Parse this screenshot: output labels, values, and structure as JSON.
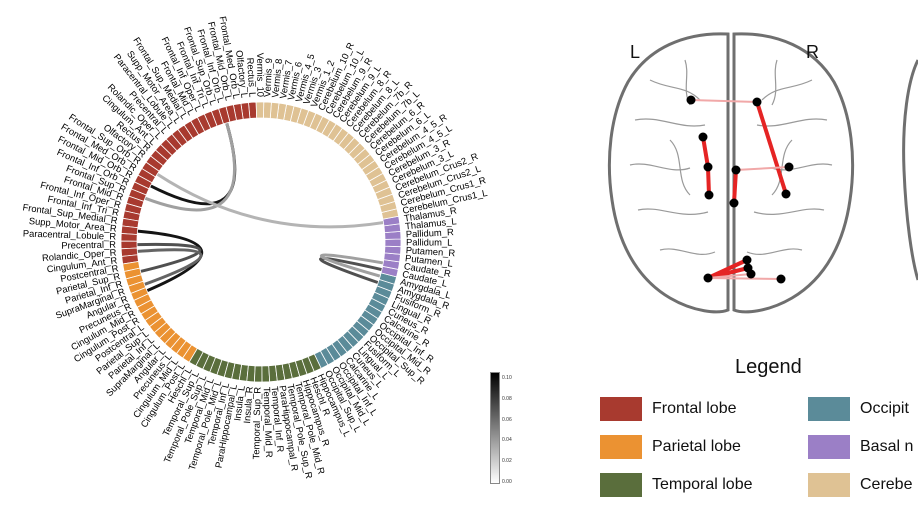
{
  "colors": {
    "frontal": "#a83a2f",
    "parietal": "#eb9232",
    "temporal": "#5a6e3c",
    "occipital": "#5b8b99",
    "basal": "#9b7fc6",
    "cerebellum": "#dfc294",
    "link_dark": "#1a1a1a",
    "link_mid": "#777777",
    "link_light": "#cccccc",
    "brain_edge": "#e52424",
    "brain_edge_faint": "#f1a8a8"
  },
  "hemispheres": {
    "left": "L",
    "right": "R"
  },
  "legend": {
    "title": "Legend",
    "items": [
      {
        "label": "Frontal lobe",
        "color": "#a83a2f"
      },
      {
        "label": "Parietal lobe",
        "color": "#eb9232"
      },
      {
        "label": "Temporal lobe",
        "color": "#5a6e3c"
      },
      {
        "label": "Occipit",
        "color": "#5b8b99"
      },
      {
        "label": "Basal n",
        "color": "#9b7fc6"
      },
      {
        "label": "Cerebe",
        "color": "#dfc294"
      }
    ]
  },
  "colorbar": {
    "ticks": [
      "0.10",
      "0.08",
      "0.06",
      "0.04",
      "0.02",
      "0.00"
    ]
  },
  "regions": [
    {
      "name": "Rectus_L",
      "group": "frontal"
    },
    {
      "name": "Olfactory_L",
      "group": "frontal"
    },
    {
      "name": "Frontal_Med_Orb_L",
      "group": "frontal"
    },
    {
      "name": "Frontal_Mid_Orb_L",
      "group": "frontal"
    },
    {
      "name": "Frontal_Inf_Orb_L",
      "group": "frontal"
    },
    {
      "name": "Frontal_Sup_Orb_L",
      "group": "frontal"
    },
    {
      "name": "Frontal_Inf_Tri_L",
      "group": "frontal"
    },
    {
      "name": "Frontal_Inf_Oper_L",
      "group": "frontal"
    },
    {
      "name": "Frontal_Mid_L",
      "group": "frontal"
    },
    {
      "name": "Frontal_Sup_Medial_L",
      "group": "frontal"
    },
    {
      "name": "Supp_Motor_Area_L",
      "group": "frontal"
    },
    {
      "name": "Paracentral_Lobule_L",
      "group": "frontal"
    },
    {
      "name": "Precentral_L",
      "group": "frontal"
    },
    {
      "name": "Rolandic_Oper_L",
      "group": "frontal"
    },
    {
      "name": "Cingulum_Ant_L",
      "group": "frontal"
    },
    {
      "name": "Rectus_R",
      "group": "frontal"
    },
    {
      "name": "Olfactory_R",
      "group": "frontal"
    },
    {
      "name": "Frontal_Sup_Orb_R",
      "group": "frontal"
    },
    {
      "name": "Frontal_Med_Orb_R",
      "group": "frontal"
    },
    {
      "name": "Frontal_Mid_Orb_R",
      "group": "frontal"
    },
    {
      "name": "Frontal_Inf_Orb_R",
      "group": "frontal"
    },
    {
      "name": "Frontal_Sup_R",
      "group": "frontal"
    },
    {
      "name": "Frontal_Mid_R",
      "group": "frontal"
    },
    {
      "name": "Frontal_Inf_Oper_R",
      "group": "frontal"
    },
    {
      "name": "Frontal_Inf_Tri_R",
      "group": "frontal"
    },
    {
      "name": "Frontal_Sup_Medial_R",
      "group": "frontal"
    },
    {
      "name": "Supp_Motor_Area_R",
      "group": "frontal"
    },
    {
      "name": "Paracentral_Lobule_R",
      "group": "frontal"
    },
    {
      "name": "Precentral_R",
      "group": "frontal"
    },
    {
      "name": "Rolandic_Oper_R",
      "group": "frontal"
    },
    {
      "name": "Cingulum_Ant_R",
      "group": "frontal"
    },
    {
      "name": "Postcentral_R",
      "group": "parietal"
    },
    {
      "name": "Parietal_Sup_R",
      "group": "parietal"
    },
    {
      "name": "Parietal_Inf_R",
      "group": "parietal"
    },
    {
      "name": "SupraMarginal_R",
      "group": "parietal"
    },
    {
      "name": "Angular_R",
      "group": "parietal"
    },
    {
      "name": "Precuneus_R",
      "group": "parietal"
    },
    {
      "name": "Cingulum_Mid_R",
      "group": "parietal"
    },
    {
      "name": "Cingulum_Post_R",
      "group": "parietal"
    },
    {
      "name": "Postcentral_L",
      "group": "parietal"
    },
    {
      "name": "Parietal_Sup_L",
      "group": "parietal"
    },
    {
      "name": "Parietal_Inf_L",
      "group": "parietal"
    },
    {
      "name": "SupraMarginal_L",
      "group": "parietal"
    },
    {
      "name": "Angular_L",
      "group": "parietal"
    },
    {
      "name": "Precuneus_L",
      "group": "parietal"
    },
    {
      "name": "Cingulum_Mid_L",
      "group": "parietal"
    },
    {
      "name": "Cingulum_Post_L",
      "group": "parietal"
    },
    {
      "name": "Heschl_L",
      "group": "temporal"
    },
    {
      "name": "Temporal_Sup_L",
      "group": "temporal"
    },
    {
      "name": "Temporal_Pole_Sup_L",
      "group": "temporal"
    },
    {
      "name": "Temporal_Mid_L",
      "group": "temporal"
    },
    {
      "name": "Temporal_Pole_Mid_L",
      "group": "temporal"
    },
    {
      "name": "Temporal_Inf_L",
      "group": "temporal"
    },
    {
      "name": "ParaHippocampal_L",
      "group": "temporal"
    },
    {
      "name": "Insula_L",
      "group": "temporal"
    },
    {
      "name": "Insula_R",
      "group": "temporal"
    },
    {
      "name": "Temporal_Sup_R",
      "group": "temporal"
    },
    {
      "name": "Temporal_Mid_R",
      "group": "temporal"
    },
    {
      "name": "Temporal_Inf_R",
      "group": "temporal"
    },
    {
      "name": "ParaHippocampal_R",
      "group": "temporal"
    },
    {
      "name": "Temporal_Pole_Sup_R",
      "group": "temporal"
    },
    {
      "name": "Temporal_Pole_Mid_R",
      "group": "temporal"
    },
    {
      "name": "Hippocampus_R",
      "group": "temporal"
    },
    {
      "name": "Heschl_R",
      "group": "temporal"
    },
    {
      "name": "Hippocampus_L",
      "group": "temporal"
    },
    {
      "name": "Occipital_Sup_L",
      "group": "occipital"
    },
    {
      "name": "Occipital_Mid_L",
      "group": "occipital"
    },
    {
      "name": "Occipital_Inf_L",
      "group": "occipital"
    },
    {
      "name": "Calcarine_L",
      "group": "occipital"
    },
    {
      "name": "Cuneus_L",
      "group": "occipital"
    },
    {
      "name": "Lingual_L",
      "group": "occipital"
    },
    {
      "name": "Fusiform_L",
      "group": "occipital"
    },
    {
      "name": "Occipital_Sup_R",
      "group": "occipital"
    },
    {
      "name": "Occipital_Mid_R",
      "group": "occipital"
    },
    {
      "name": "Occipital_Inf_R",
      "group": "occipital"
    },
    {
      "name": "Calcarine_R",
      "group": "occipital"
    },
    {
      "name": "Cuneus_R",
      "group": "occipital"
    },
    {
      "name": "Lingual_R",
      "group": "occipital"
    },
    {
      "name": "Fusiform_R",
      "group": "occipital"
    },
    {
      "name": "Amygdala_R",
      "group": "occipital"
    },
    {
      "name": "Amygdala_L",
      "group": "occipital"
    },
    {
      "name": "Caudate_L",
      "group": "basal"
    },
    {
      "name": "Caudate_R",
      "group": "basal"
    },
    {
      "name": "Putamen_L",
      "group": "basal"
    },
    {
      "name": "Putamen_R",
      "group": "basal"
    },
    {
      "name": "Pallidum_L",
      "group": "basal"
    },
    {
      "name": "Pallidum_R",
      "group": "basal"
    },
    {
      "name": "Thalamus_L",
      "group": "basal"
    },
    {
      "name": "Thalamus_R",
      "group": "basal"
    },
    {
      "name": "Cerebelum_Crus1_L",
      "group": "cerebellum"
    },
    {
      "name": "Cerebelum_Crus1_R",
      "group": "cerebellum"
    },
    {
      "name": "Cerebelum_Crus2_L",
      "group": "cerebellum"
    },
    {
      "name": "Cerebelum_Crus2_R",
      "group": "cerebellum"
    },
    {
      "name": "Cerebelum_3_L",
      "group": "cerebellum"
    },
    {
      "name": "Cerebelum_3_R",
      "group": "cerebellum"
    },
    {
      "name": "Cerebelum_4_5_L",
      "group": "cerebellum"
    },
    {
      "name": "Cerebelum_4_5_R",
      "group": "cerebellum"
    },
    {
      "name": "Cerebelum_6_L",
      "group": "cerebellum"
    },
    {
      "name": "Cerebelum_6_R",
      "group": "cerebellum"
    },
    {
      "name": "Cerebelum_7b_L",
      "group": "cerebellum"
    },
    {
      "name": "Cerebelum_7b_R",
      "group": "cerebellum"
    },
    {
      "name": "Cerebelum_8_L",
      "group": "cerebellum"
    },
    {
      "name": "Cerebelum_8_R",
      "group": "cerebellum"
    },
    {
      "name": "Cerebelum_9_L",
      "group": "cerebellum"
    },
    {
      "name": "Cerebelum_9_R",
      "group": "cerebellum"
    },
    {
      "name": "Cerebelum_10_L",
      "group": "cerebellum"
    },
    {
      "name": "Cerebelum_10_R",
      "group": "cerebellum"
    },
    {
      "name": "Vermis_1_2",
      "group": "cerebellum"
    },
    {
      "name": "Vermis_3",
      "group": "cerebellum"
    },
    {
      "name": "Vermis_4_5",
      "group": "cerebellum"
    },
    {
      "name": "Vermis_6",
      "group": "cerebellum"
    },
    {
      "name": "Vermis_7",
      "group": "cerebellum"
    },
    {
      "name": "Vermis_8",
      "group": "cerebellum"
    },
    {
      "name": "Vermis_9",
      "group": "cerebellum"
    },
    {
      "name": "Vermis_10",
      "group": "cerebellum"
    }
  ],
  "connections": [
    {
      "from": "Frontal_Inf_Orb_L",
      "to": "Frontal_Mid_Orb_R",
      "strength": 0.1
    },
    {
      "from": "Frontal_Inf_Orb_L",
      "to": "Frontal_Sup_R",
      "strength": 0.03
    },
    {
      "from": "Frontal_Sup_Orb_R",
      "to": "Thalamus_R",
      "strength": 0.02
    },
    {
      "from": "Supp_Motor_Area_R",
      "to": "Angular_R",
      "strength": 0.1
    },
    {
      "from": "Precentral_R",
      "to": "Parietal_Sup_R",
      "strength": 0.07
    },
    {
      "from": "Rolandic_Oper_R",
      "to": "SupraMarginal_R",
      "strength": 0.06
    },
    {
      "from": "Caudate_L",
      "to": "Amygdala_R",
      "strength": 0.07
    },
    {
      "from": "Caudate_R",
      "to": "Amygdala_L",
      "strength": 0.03
    }
  ]
}
